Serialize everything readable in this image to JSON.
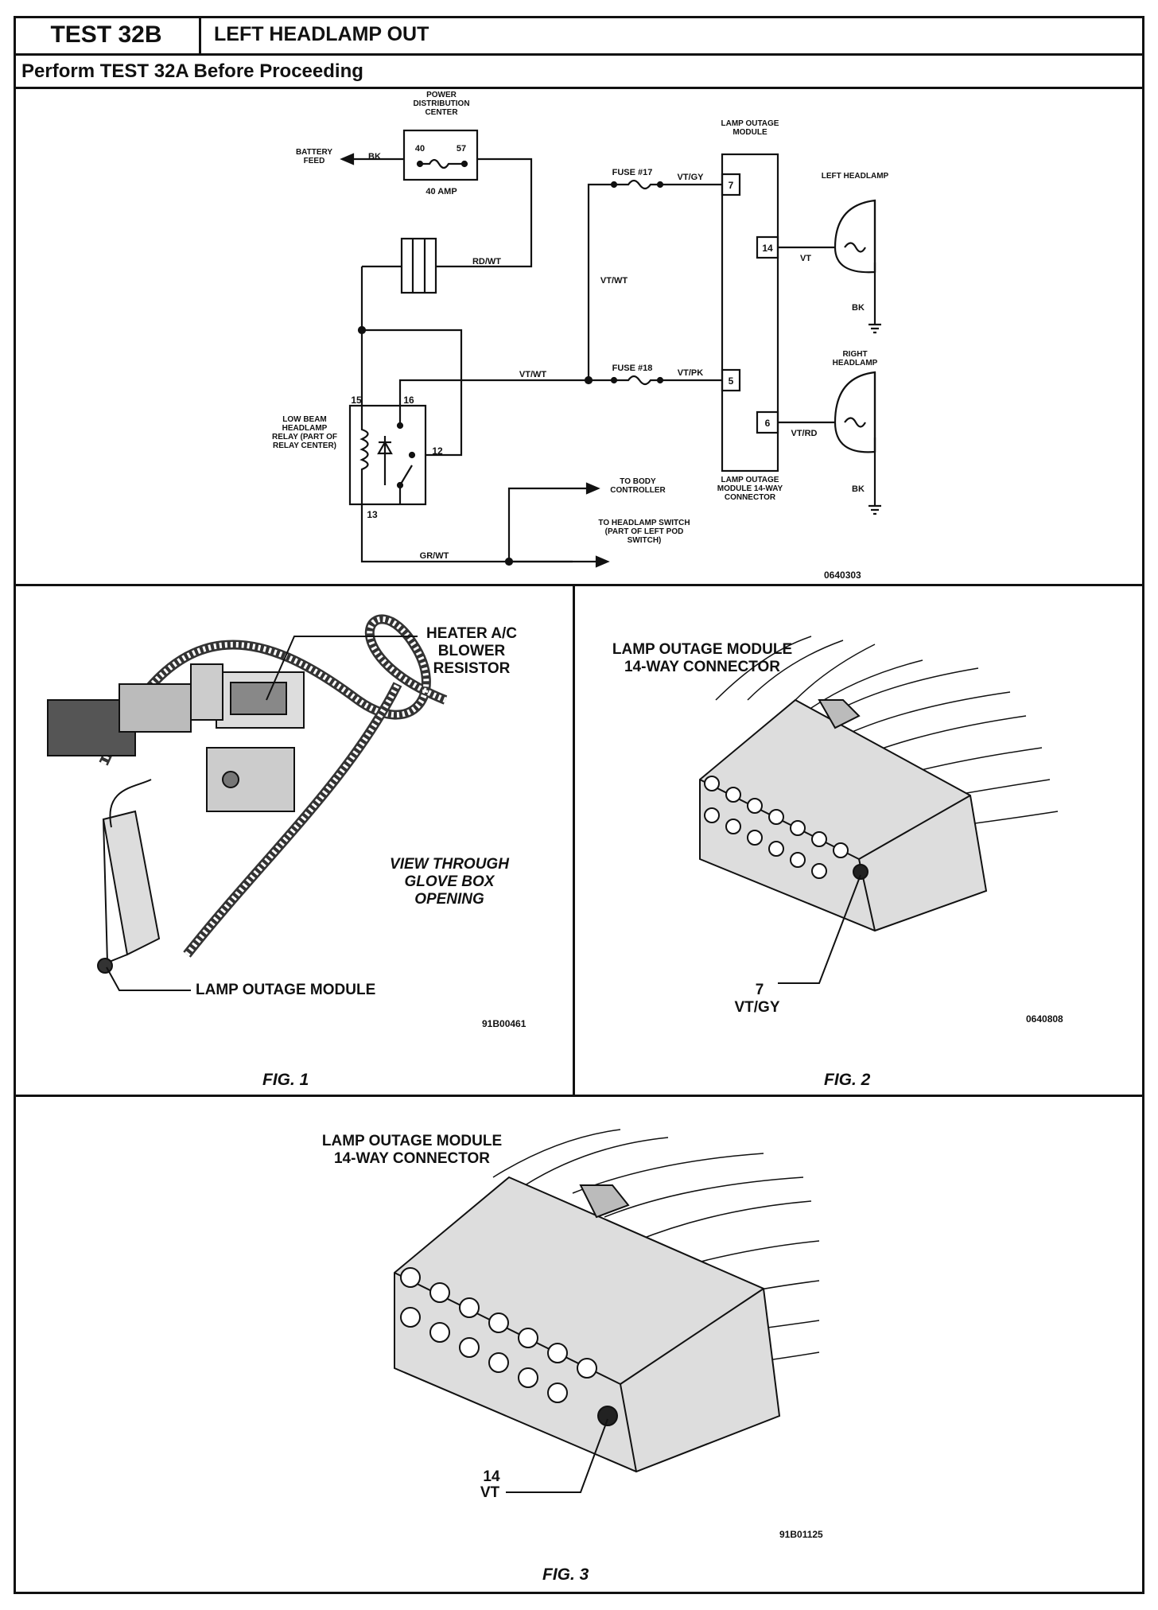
{
  "header": {
    "test_id": "TEST 32B",
    "title": "LEFT HEADLAMP OUT",
    "subtitle": "Perform TEST 32A Before Proceeding"
  },
  "schematic": {
    "pdc": "POWER DISTRIBUTION CENTER",
    "pdc_pin_a": "40",
    "pdc_pin_b": "57",
    "pdc_fuse": "40 AMP",
    "battery": "BATTERY FEED",
    "wire_bk": "BK",
    "wire_rd_wt": "RD/WT",
    "fuse17": "FUSE #17",
    "fuse18": "FUSE #18",
    "wire_vt_gy": "VT/GY",
    "wire_vt_pk": "VT/PK",
    "wire_vt_wt_1": "VT/WT",
    "wire_vt_wt_2": "VT/WT",
    "lom_top": "LAMP OUTAGE MODULE",
    "lom_bottom": "LAMP OUTAGE MODULE 14-WAY CONNECTOR",
    "pin7": "7",
    "pin14": "14",
    "pin5": "5",
    "pin6": "6",
    "wire_vt": "VT",
    "wire_vt_rd": "VT/RD",
    "left_headlamp": "LEFT HEADLAMP",
    "right_headlamp": "RIGHT HEADLAMP",
    "wire_bk_left": "BK",
    "wire_bk_right": "BK",
    "relay": "LOW BEAM HEADLAMP RELAY (PART OF RELAY CENTER)",
    "relay_pin15": "15",
    "relay_pin16": "16",
    "relay_pin12": "12",
    "relay_pin13": "13",
    "wire_gr_wt": "GR/WT",
    "to_body": "TO BODY CONTROLLER",
    "to_switch": "TO HEADLAMP SWITCH (PART OF LEFT POD SWITCH)",
    "code": "0640303"
  },
  "fig1": {
    "callout_resistor": "HEATER A/C BLOWER RESISTOR",
    "view_note": "VIEW THROUGH GLOVE BOX OPENING",
    "callout_module": "LAMP OUTAGE MODULE",
    "code": "91B00461",
    "caption": "FIG. 1"
  },
  "fig2": {
    "title": "LAMP OUTAGE MODULE 14-WAY CONNECTOR",
    "pin_number": "7",
    "pin_wire": "VT/GY",
    "code": "0640808",
    "caption": "FIG. 2"
  },
  "fig3": {
    "title": "LAMP OUTAGE MODULE 14-WAY CONNECTOR",
    "pin_number": "14",
    "pin_wire": "VT",
    "code": "91B01125",
    "caption": "FIG. 3"
  }
}
